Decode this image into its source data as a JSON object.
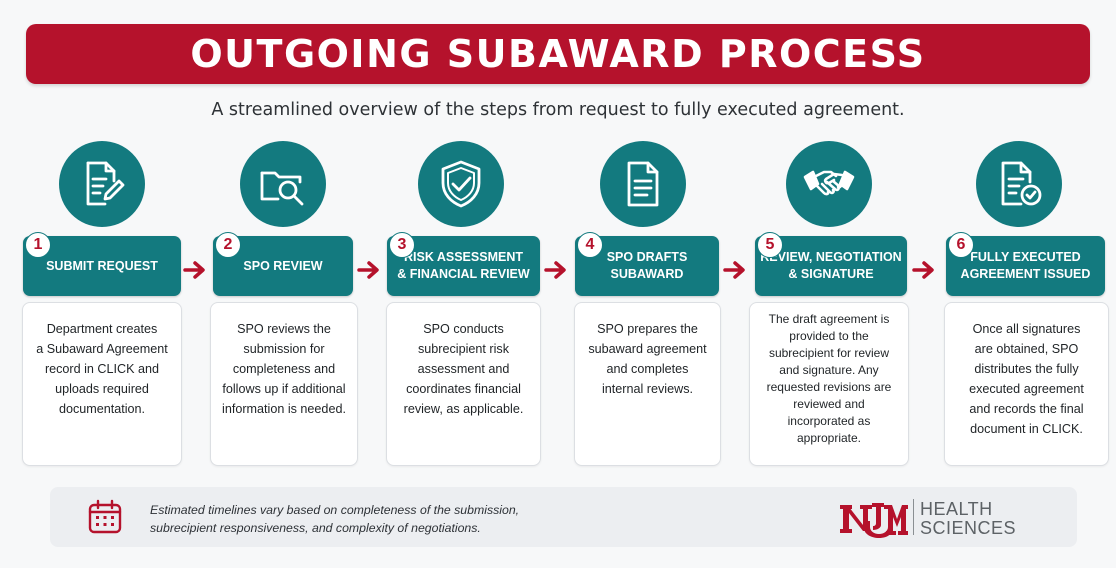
{
  "title": "OUTGOING SUBAWARD PROCESS",
  "subtitle": "A streamlined overview of the steps from request to fully executed agreement.",
  "colors": {
    "brand_red": "#b5122c",
    "teal": "#137a7f"
  },
  "steps": [
    {
      "number": "1",
      "label": "SUBMIT REQUEST",
      "icon": "document-pen-icon",
      "description": "Department creates\na Subaward Agreement\nrecord in CLICK and\nuploads required\ndocumentation."
    },
    {
      "number": "2",
      "label": "SPO REVIEW",
      "icon": "folder-search-icon",
      "description": "SPO reviews the\nsubmission for\ncompleteness and\nfollows up if additional\ninformation is needed."
    },
    {
      "number": "3",
      "label": "RISK ASSESSMENT\n& FINANCIAL REVIEW",
      "icon": "shield-check-icon",
      "description": "SPO conducts\nsubrecipient risk\nassessment and\ncoordinates financial\nreview, as applicable."
    },
    {
      "number": "4",
      "label": "SPO DRAFTS\nSUBAWARD",
      "icon": "document-icon",
      "description": "SPO prepares the\nsubaward agreement\nand completes\ninternal reviews."
    },
    {
      "number": "5",
      "label": "REVIEW, NEGOTIATION\n& SIGNATURE",
      "icon": "handshake-icon",
      "description": "The draft agreement is\nprovided to the\nsubrecipient for review\nand signature. Any\nrequested revisions are\nreviewed and\nincorporated as\nappropriate."
    },
    {
      "number": "6",
      "label": "FULLY EXECUTED\nAGREEMENT ISSUED",
      "icon": "document-check-icon",
      "description": "Once all signatures\nare obtained, SPO\ndistributes the fully\nexecuted agreement\nand records the final\ndocument in CLICK."
    }
  ],
  "footer": {
    "icon": "calendar-icon",
    "note": "Estimated timelines vary based on completeness of the submission,\nsubrecipient responsiveness, and complexity of negotiations.",
    "logo_text": "HEALTH\nSCIENCES",
    "logo_mark": "UNM"
  }
}
